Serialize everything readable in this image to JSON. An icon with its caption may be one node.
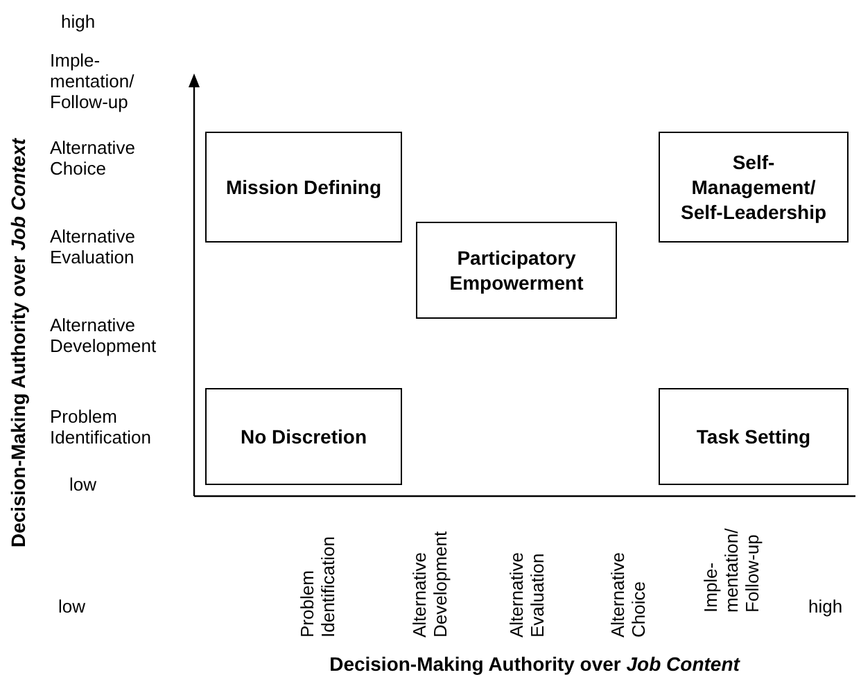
{
  "diagram": {
    "nodes": [
      {
        "text": [
          "Mission Defining"
        ]
      },
      {
        "text": [
          "Self-Management/ Self-Leadership"
        ]
      },
      {
        "text": [
          "Participatory Empowerment"
        ]
      },
      {
        "text": [
          "No Discretion"
        ]
      },
      {
        "text": [
          "Task Setting"
        ]
      }
    ],
    "labels": [
      "high",
      "Imple- mentation/ Follow-up",
      "Alternative Choice",
      "Alternative Evaluation",
      "Alternative Development",
      "Problem Identification",
      "low",
      "low",
      "Problem Identification",
      "Alternative Development",
      "Alternative Evaluation",
      "Alternative Choice",
      "Imple- mentation/ Follow-up",
      "high",
      "Decision-Making Authority over *Job Content*",
      "Decision-Making Authority over *Job Context*"
    ]
  }
}
